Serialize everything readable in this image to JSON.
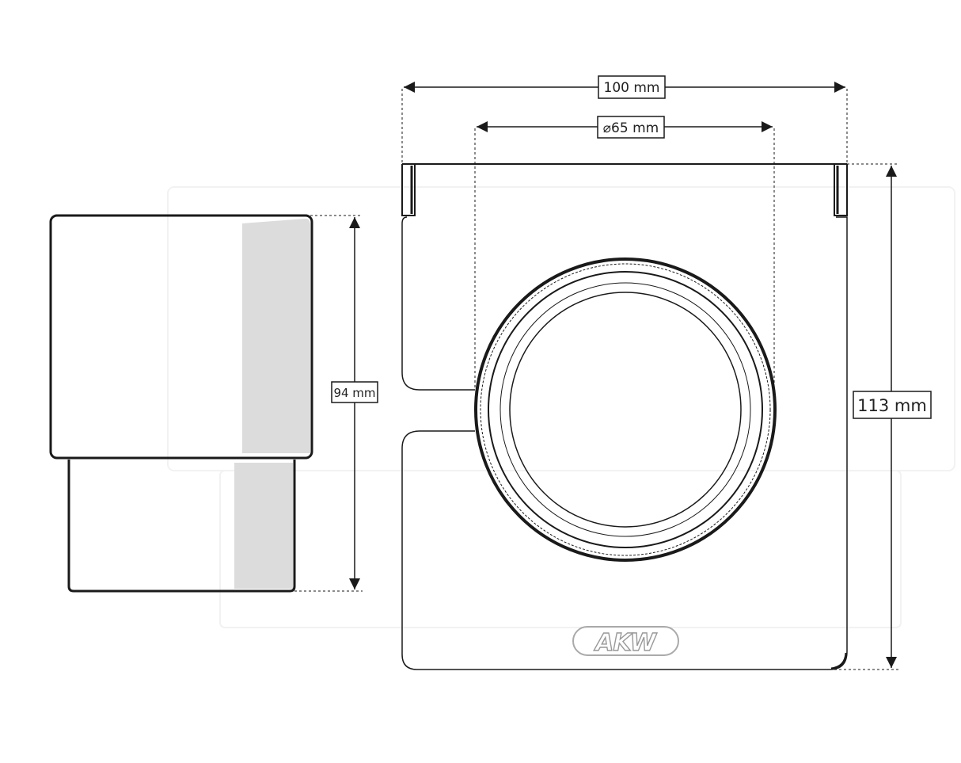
{
  "dimensions": {
    "overall_width": "100 mm",
    "pipe_diameter": "⌀65 mm",
    "side_height": "94 mm",
    "front_height": "113 mm"
  },
  "brand": {
    "logo": "AKW"
  },
  "colors": {
    "line": "#1a1a1a",
    "shade": "#dcdcdc",
    "watermark": "#f3f3f3"
  }
}
